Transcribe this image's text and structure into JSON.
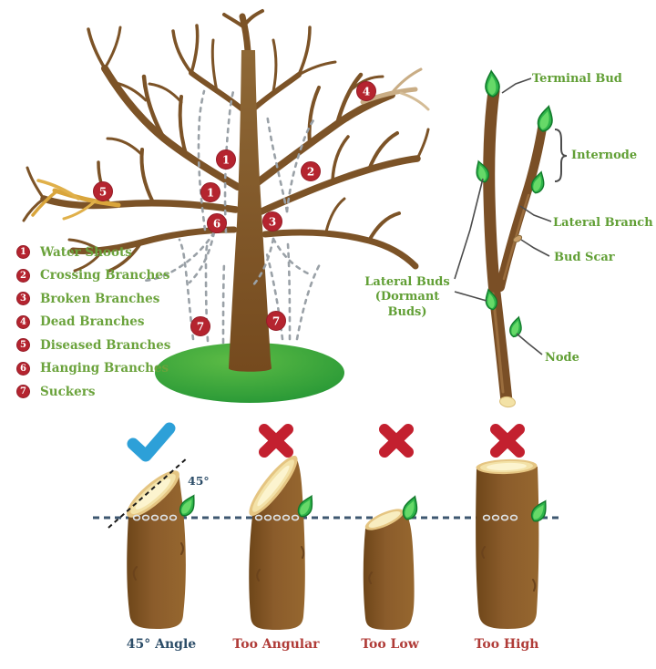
{
  "palette": {
    "badge_red": "#b5242f",
    "legend_green": "#6ba33c",
    "label_green": "#619f35",
    "check_blue": "#2da0d8",
    "cross_red": "#c3202f",
    "angle_navy": "#2c4d68",
    "wrong_maroon": "#b03c38",
    "branch_brown": "#7c5327",
    "dead_branch_tan": "#c9ad85",
    "diseased_gold": "#d9a53b",
    "ground_green": "#1d9133",
    "cut_face_cream": "#f3e2a8",
    "bud_green": "#2eb44a"
  },
  "legend": {
    "items": [
      {
        "num": "1",
        "label": "Water Shoots"
      },
      {
        "num": "2",
        "label": "Crossing Branches"
      },
      {
        "num": "3",
        "label": "Broken Branches"
      },
      {
        "num": "4",
        "label": "Dead Branches"
      },
      {
        "num": "5",
        "label": "Diseased Branches"
      },
      {
        "num": "6",
        "label": "Hanging Branches"
      },
      {
        "num": "7",
        "label": "Suckers"
      }
    ]
  },
  "tree": {
    "badges": [
      "1",
      "1",
      "2",
      "3",
      "4",
      "5",
      "6",
      "7",
      "7"
    ]
  },
  "anatomy": {
    "labels": {
      "terminal_bud": "Terminal Bud",
      "internode": "Internode",
      "lateral_branch": "Lateral Branch",
      "bud_scar": "Bud Scar",
      "lateral_buds_line1": "Lateral Buds",
      "lateral_buds_line2": "(Dormant Buds)",
      "node": "Node"
    }
  },
  "cuts": {
    "angle_annotation": "45°",
    "items": [
      {
        "verdict": "correct",
        "label": "45° Angle"
      },
      {
        "verdict": "wrong",
        "label": "Too Angular"
      },
      {
        "verdict": "wrong",
        "label": "Too Low"
      },
      {
        "verdict": "wrong",
        "label": "Too High"
      }
    ]
  }
}
